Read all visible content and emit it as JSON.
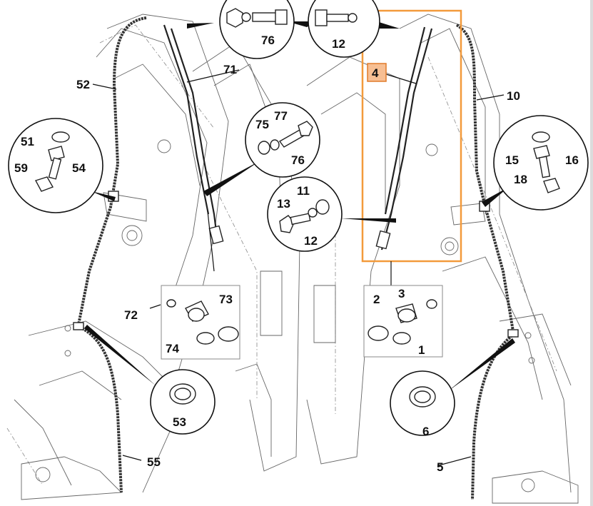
{
  "diagram": {
    "highlight_color": "#f39a3b",
    "highlight_fill": "#f7bf93",
    "highlighted_item": "4",
    "labels": {
      "l76a": "76",
      "l12a": "12",
      "l4": "4",
      "l52": "52",
      "l71": "71",
      "l10": "10",
      "l77": "77",
      "l75": "75",
      "l76b": "76",
      "l51": "51",
      "l54": "54",
      "l59": "59",
      "l15": "15",
      "l16": "16",
      "l18": "18",
      "l11": "11",
      "l13": "13",
      "l12b": "12",
      "l73": "73",
      "l72": "72",
      "l74": "74",
      "l2": "2",
      "l3": "3",
      "l1": "1",
      "l53": "53",
      "l6": "6",
      "l55": "55",
      "l5": "5"
    }
  }
}
